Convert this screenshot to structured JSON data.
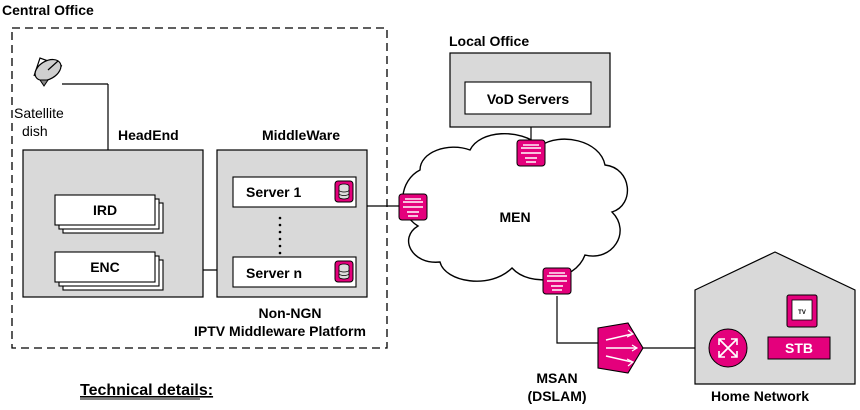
{
  "central_office": {
    "title": "Central Office"
  },
  "satellite": {
    "label_line1": "Satellite",
    "label_line2": "dish"
  },
  "headend": {
    "title": "HeadEnd",
    "ird_label": "IRD",
    "enc_label": "ENC"
  },
  "middleware": {
    "title": "MiddleWare",
    "server1_label": "Server 1",
    "servern_label": "Server n",
    "platform_line1": "Non-NGN",
    "platform_line2": "IPTV Middleware Platform"
  },
  "local_office": {
    "title": "Local Office",
    "vod_label": "VoD Servers"
  },
  "men": {
    "label": "MEN"
  },
  "msan": {
    "label_line1": "MSAN",
    "label_line2": "(DSLAM)"
  },
  "home": {
    "title": "Home Network",
    "stb_label": "STB",
    "tv_label": "TV"
  },
  "technical_details": {
    "heading": "Technical details:"
  },
  "colors": {
    "accent": "#e4007c",
    "box_fill": "#d9d9d9",
    "stroke": "#000000"
  }
}
